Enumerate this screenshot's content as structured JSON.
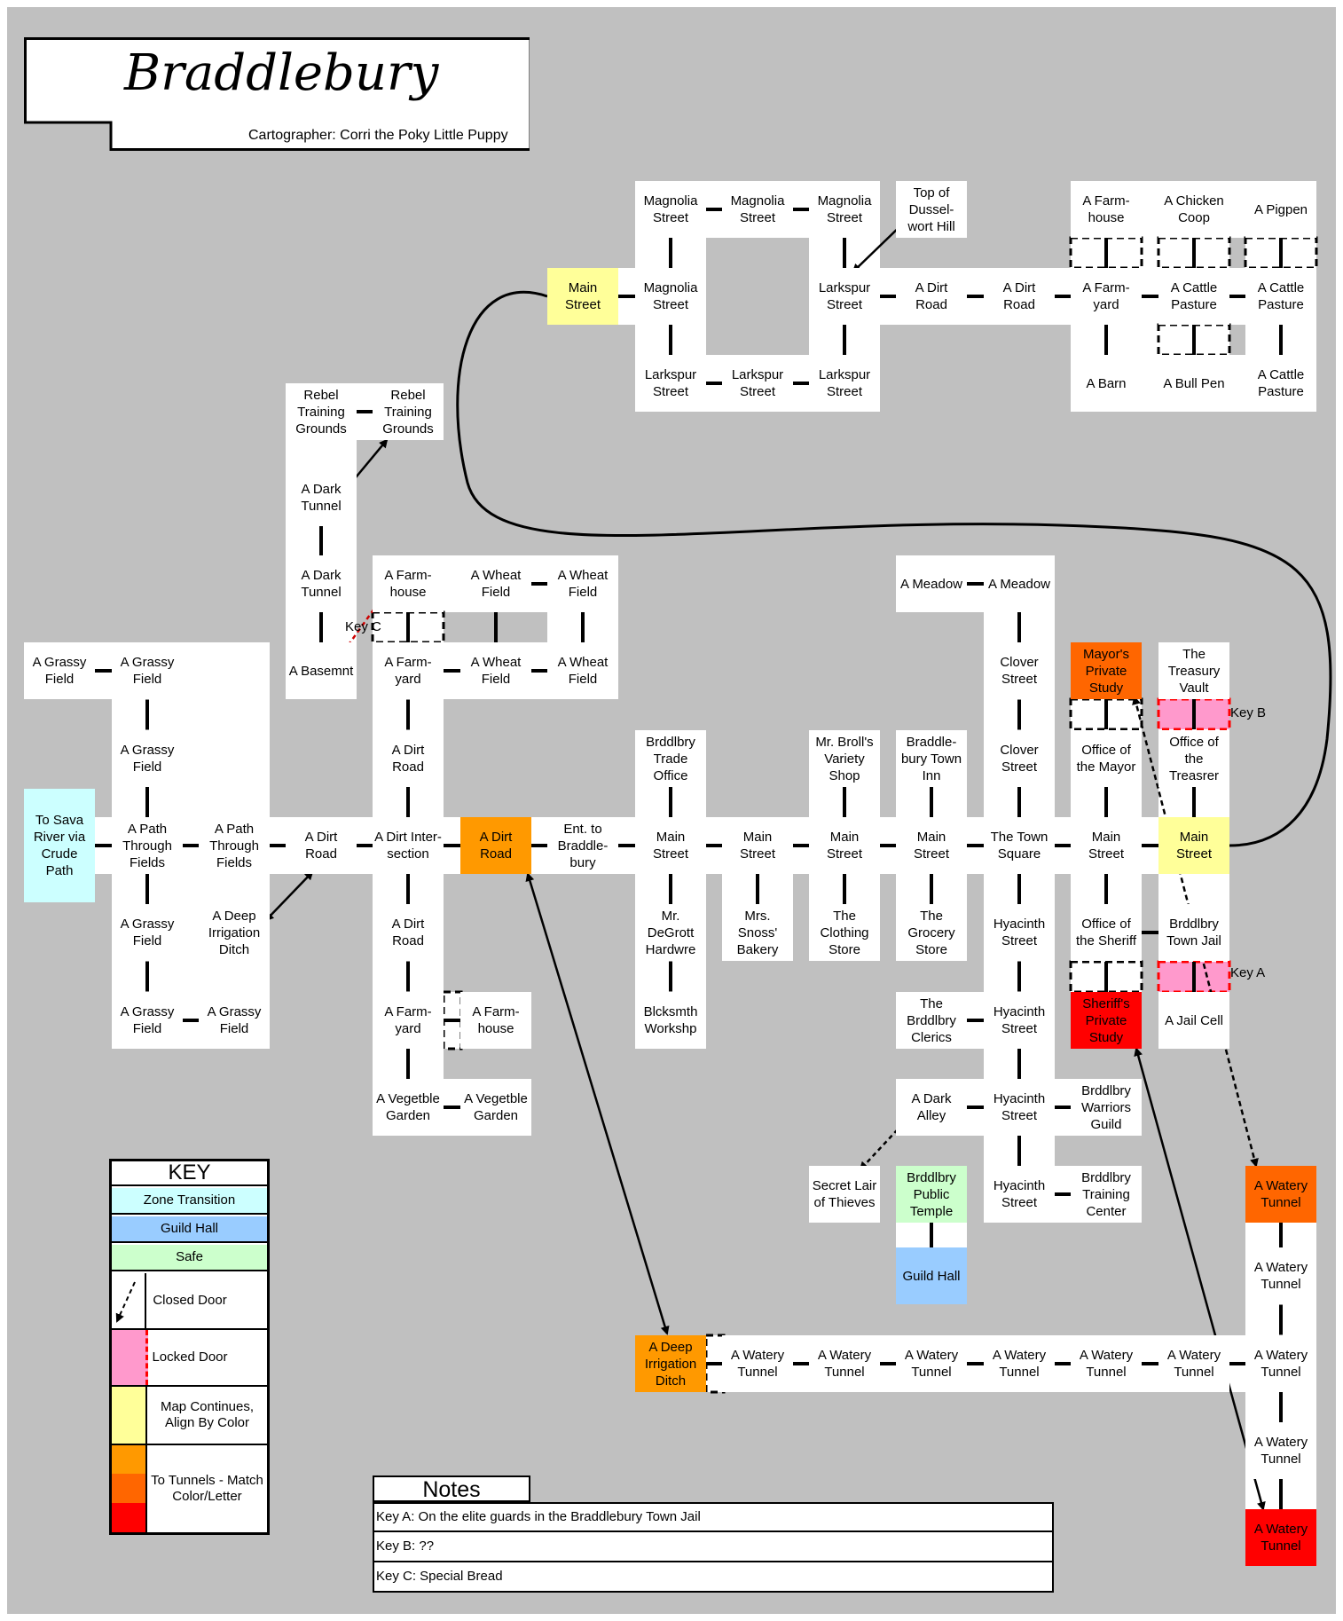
{
  "title": "Braddlebury",
  "cartographer": "Cartographer: Corri the Poky Little Puppy",
  "colors": {
    "background": "#c0c0c0",
    "room": "#ffffff",
    "zone_transition": "#ccffff",
    "guild_hall": "#99ccff",
    "safe": "#ccffcc",
    "locked_door": "#ff99cc",
    "continues": "#ffff99",
    "tunnel_orange": "#ff9900",
    "tunnel_dark_orange": "#ff6600",
    "tunnel_red": "#ff0000"
  },
  "rooms": [
    {
      "id": "mag1",
      "label": "Magnolia\nStreet",
      "color": "room"
    },
    {
      "id": "mag2",
      "label": "Magnolia\nStreet",
      "color": "room"
    },
    {
      "id": "mag3",
      "label": "Magnolia\nStreet",
      "color": "room"
    },
    {
      "id": "topdus",
      "label": "Top of\nDussel-\nwort Hill",
      "color": "room"
    },
    {
      "id": "farmhouse_ne",
      "label": "A Farm-\nhouse",
      "color": "room"
    },
    {
      "id": "chicken",
      "label": "A Chicken\nCoop",
      "color": "room"
    },
    {
      "id": "pigpen",
      "label": "A Pigpen",
      "color": "room"
    },
    {
      "id": "mainst_n",
      "label": "Main\nStreet",
      "color": "continues"
    },
    {
      "id": "mag4",
      "label": "Magnolia\nStreet",
      "color": "room"
    },
    {
      "id": "lark1",
      "label": "Larkspur\nStreet",
      "color": "room"
    },
    {
      "id": "dirt_n1",
      "label": "A Dirt\nRoad",
      "color": "room"
    },
    {
      "id": "dirt_n2",
      "label": "A Dirt\nRoad",
      "color": "room"
    },
    {
      "id": "farmyard_ne",
      "label": "A Farm-\nyard",
      "color": "room"
    },
    {
      "id": "cattle1",
      "label": "A Cattle\nPasture",
      "color": "room"
    },
    {
      "id": "cattle2",
      "label": "A Cattle\nPasture",
      "color": "room"
    },
    {
      "id": "lark2",
      "label": "Larkspur\nStreet",
      "color": "room"
    },
    {
      "id": "lark3",
      "label": "Larkspur\nStreet",
      "color": "room"
    },
    {
      "id": "lark4",
      "label": "Larkspur\nStreet",
      "color": "room"
    },
    {
      "id": "barn",
      "label": "A Barn",
      "color": "room"
    },
    {
      "id": "bullpen",
      "label": "A Bull Pen",
      "color": "room"
    },
    {
      "id": "cattle3",
      "label": "A Cattle\nPasture",
      "color": "room"
    },
    {
      "id": "rebel1",
      "label": "Rebel\nTraining\nGrounds",
      "color": "room"
    },
    {
      "id": "rebel2",
      "label": "Rebel\nTraining\nGrounds",
      "color": "room"
    },
    {
      "id": "dtun1",
      "label": "A Dark\nTunnel",
      "color": "room"
    },
    {
      "id": "dtun2",
      "label": "A Dark\nTunnel",
      "color": "room"
    },
    {
      "id": "basement",
      "label": "A Basemnt",
      "color": "room"
    },
    {
      "id": "farmhouse_w",
      "label": "A Farm-\nhouse",
      "color": "room"
    },
    {
      "id": "wheat1",
      "label": "A Wheat\nField",
      "color": "room"
    },
    {
      "id": "wheat2",
      "label": "A Wheat\nField",
      "color": "room"
    },
    {
      "id": "farmyard_w",
      "label": "A Farm-\nyard",
      "color": "room"
    },
    {
      "id": "wheat3",
      "label": "A Wheat\nField",
      "color": "room"
    },
    {
      "id": "wheat4",
      "label": "A Wheat\nField",
      "color": "room"
    },
    {
      "id": "grass1",
      "label": "A Grassy\nField",
      "color": "room"
    },
    {
      "id": "grass2",
      "label": "A Grassy\nField",
      "color": "room"
    },
    {
      "id": "grass3",
      "label": "A Grassy\nField",
      "color": "room"
    },
    {
      "id": "sava",
      "label": "To Sava\nRiver via\nCrude\nPath",
      "color": "zone_transition"
    },
    {
      "id": "path1",
      "label": "A Path\nThrough\nFields",
      "color": "room"
    },
    {
      "id": "path2",
      "label": "A Path\nThrough\nFields",
      "color": "room"
    },
    {
      "id": "dirt_w1",
      "label": "A Dirt\nRoad",
      "color": "room"
    },
    {
      "id": "dirtint",
      "label": "A Dirt Inter-\nsection",
      "color": "room"
    },
    {
      "id": "dirt_orange",
      "label": "A Dirt\nRoad",
      "color": "tunnel_orange"
    },
    {
      "id": "entbrad",
      "label": "Ent. to\nBraddle-\nbury",
      "color": "room"
    },
    {
      "id": "dirt_w2",
      "label": "A Dirt\nRoad",
      "color": "room"
    },
    {
      "id": "dirt_w3",
      "label": "A Dirt\nRoad",
      "color": "room"
    },
    {
      "id": "grass4",
      "label": "A Grassy\nField",
      "color": "room"
    },
    {
      "id": "ditch1",
      "label": "A Deep\nIrrigation\nDitch",
      "color": "room"
    },
    {
      "id": "grass5",
      "label": "A Grassy\nField",
      "color": "room"
    },
    {
      "id": "grass6",
      "label": "A Grassy\nField",
      "color": "room"
    },
    {
      "id": "farmyard_s",
      "label": "A Farm-\nyard",
      "color": "room"
    },
    {
      "id": "farmhouse_s",
      "label": "A Farm-\nhouse",
      "color": "room"
    },
    {
      "id": "veg1",
      "label": "A Vegetble\nGarden",
      "color": "room"
    },
    {
      "id": "veg2",
      "label": "A Vegetble\nGarden",
      "color": "room"
    },
    {
      "id": "meadow1",
      "label": "A Meadow",
      "color": "room"
    },
    {
      "id": "meadow2",
      "label": "A Meadow",
      "color": "room"
    },
    {
      "id": "clover1",
      "label": "Clover\nStreet",
      "color": "room"
    },
    {
      "id": "clover2",
      "label": "Clover\nStreet",
      "color": "room"
    },
    {
      "id": "mayorstudy",
      "label": "Mayor's\nPrivate\nStudy",
      "color": "tunnel_dark_orange"
    },
    {
      "id": "vault",
      "label": "The\nTreasury\nVault",
      "color": "room"
    },
    {
      "id": "mayoroff",
      "label": "Office of\nthe Mayor",
      "color": "room"
    },
    {
      "id": "treasoff",
      "label": "Office of\nthe\nTreasrer",
      "color": "room"
    },
    {
      "id": "tradeoff",
      "label": "Brddlbry\nTrade\nOffice",
      "color": "room"
    },
    {
      "id": "broll",
      "label": "Mr. Broll's\nVariety\nShop",
      "color": "room"
    },
    {
      "id": "inn",
      "label": "Braddle-\nbury Town\nInn",
      "color": "room"
    },
    {
      "id": "main1",
      "label": "Main\nStreet",
      "color": "room"
    },
    {
      "id": "main2",
      "label": "Main\nStreet",
      "color": "room"
    },
    {
      "id": "main3",
      "label": "Main\nStreet",
      "color": "room"
    },
    {
      "id": "main4",
      "label": "Main\nStreet",
      "color": "room"
    },
    {
      "id": "square",
      "label": "The Town\nSquare",
      "color": "room"
    },
    {
      "id": "main5",
      "label": "Main\nStreet",
      "color": "room"
    },
    {
      "id": "main_y",
      "label": "Main\nStreet",
      "color": "continues"
    },
    {
      "id": "degrott",
      "label": "Mr.\nDeGrott\nHardwre",
      "color": "room"
    },
    {
      "id": "snoss",
      "label": "Mrs.\nSnoss'\nBakery",
      "color": "room"
    },
    {
      "id": "clothing",
      "label": "The\nClothing\nStore",
      "color": "room"
    },
    {
      "id": "grocery",
      "label": "The\nGrocery\nStore",
      "color": "room"
    },
    {
      "id": "hya1",
      "label": "Hyacinth\nStreet",
      "color": "room"
    },
    {
      "id": "sheriffoff",
      "label": "Office of\nthe Sheriff",
      "color": "room"
    },
    {
      "id": "jail",
      "label": "Brddlbry\nTown Jail",
      "color": "room"
    },
    {
      "id": "blacksmith",
      "label": "Blcksmth\nWorkshp",
      "color": "room"
    },
    {
      "id": "clerics",
      "label": "The\nBrddlbry\nClerics",
      "color": "room"
    },
    {
      "id": "hya2",
      "label": "Hyacinth\nStreet",
      "color": "room"
    },
    {
      "id": "sheriffstudy",
      "label": "Sheriff's\nPrivate\nStudy",
      "color": "tunnel_red"
    },
    {
      "id": "jailcell",
      "label": "A Jail Cell",
      "color": "room"
    },
    {
      "id": "darkalley",
      "label": "A Dark\nAlley",
      "color": "room"
    },
    {
      "id": "hya3",
      "label": "Hyacinth\nStreet",
      "color": "room"
    },
    {
      "id": "warriors",
      "label": "Brddlbry\nWarriors\nGuild",
      "color": "room"
    },
    {
      "id": "lair",
      "label": "Secret Lair\nof Thieves",
      "color": "room"
    },
    {
      "id": "temple",
      "label": "Brddlbry\nPublic\nTemple",
      "color": "safe"
    },
    {
      "id": "hya4",
      "label": "Hyacinth\nStreet",
      "color": "room"
    },
    {
      "id": "trainctr",
      "label": "Brddlbry\nTraining\nCenter",
      "color": "room"
    },
    {
      "id": "guildhall",
      "label": "Guild Hall",
      "color": "guild_hall"
    },
    {
      "id": "wtun_top",
      "label": "A Watery\nTunnel",
      "color": "tunnel_dark_orange"
    },
    {
      "id": "wtun_v1",
      "label": "A Watery\nTunnel",
      "color": "room"
    },
    {
      "id": "ditch_orange",
      "label": "A Deep\nIrrigation\nDitch",
      "color": "tunnel_orange"
    },
    {
      "id": "wtun1",
      "label": "A Watery\nTunnel",
      "color": "room"
    },
    {
      "id": "wtun2",
      "label": "A Watery\nTunnel",
      "color": "room"
    },
    {
      "id": "wtun3",
      "label": "A Watery\nTunnel",
      "color": "room"
    },
    {
      "id": "wtun4",
      "label": "A Watery\nTunnel",
      "color": "room"
    },
    {
      "id": "wtun5",
      "label": "A Watery\nTunnel",
      "color": "room"
    },
    {
      "id": "wtun6",
      "label": "A Watery\nTunnel",
      "color": "room"
    },
    {
      "id": "wtun7",
      "label": "A Watery\nTunnel",
      "color": "room"
    },
    {
      "id": "wtun_v2",
      "label": "A Watery\nTunnel",
      "color": "room"
    },
    {
      "id": "wtun_bottom",
      "label": "A Watery\nTunnel",
      "color": "tunnel_red"
    }
  ],
  "key_labels": {
    "key_b": "Key B",
    "key_a": "Key A",
    "key_c": "Key  C"
  },
  "legend": {
    "title": "KEY",
    "zone_transition": "Zone Transition",
    "guild_hall": "Guild Hall",
    "safe": "Safe",
    "closed_door": "Closed Door",
    "locked_door": "Locked Door",
    "continues": "Map Continues,\nAlign By Color",
    "tunnels": "To Tunnels - Match\nColor/Letter"
  },
  "notes": {
    "title": "Notes",
    "key_a": "Key A: On the elite guards in the Braddlebury Town Jail",
    "key_b": "Key B:  ??",
    "key_c": "Key C:  Special Bread"
  }
}
